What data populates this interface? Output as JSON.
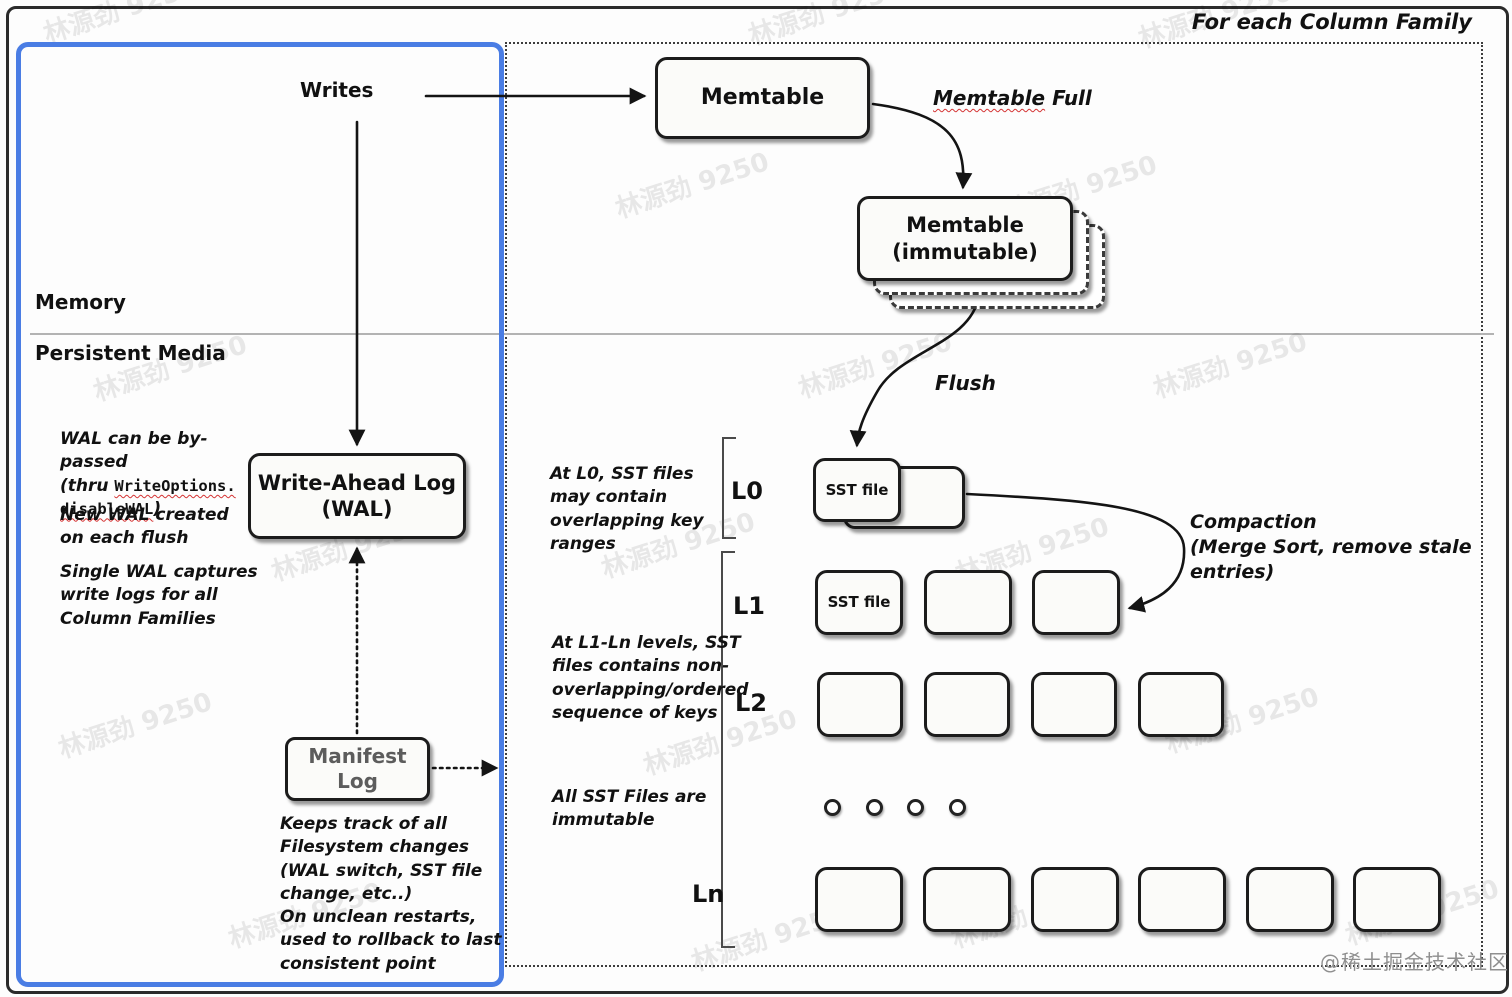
{
  "region": {
    "label": "For each Column Family"
  },
  "watermarks": {
    "text": "林源劲 9250",
    "credit": "@稀土掘金技术社区"
  },
  "sections": {
    "memory": "Memory",
    "persistent_media": "Persistent Media"
  },
  "flow": {
    "writes": "Writes",
    "memtable_full_word1": "Memtable",
    "memtable_full_word2": " Full",
    "flush": "Flush",
    "compaction_line1": "Compaction",
    "compaction_line2": "(Merge Sort, remove stale",
    "compaction_line3": "entries)"
  },
  "boxes": {
    "memtable": "Memtable",
    "memtable_immutable_line1": "Memtable",
    "memtable_immutable_line2": "(immutable)",
    "wal_line1": "Write-Ahead Log",
    "wal_line2": "(WAL)",
    "manifest_line1": "Manifest",
    "manifest_line2": "Log",
    "sst_file": "SST file"
  },
  "levels": {
    "l0": "L0",
    "l1": "L1",
    "l2": "L2",
    "ln": "Ln"
  },
  "notes": {
    "wal_bypass_line1": "WAL can be by-passed",
    "wal_bypass_line2_pre": "(thru ",
    "wal_bypass_line2_code": "WriteOptions.",
    "wal_bypass_line3_code": "disableWAL",
    "wal_bypass_line3_post": ")",
    "new_wal": "New WAL created on each flush",
    "single_wal": "Single WAL captures write logs for all Column Families",
    "l0": "At L0, SST files may contain overlapping key ranges",
    "l1_ln": "At L1-Ln levels, SST files contains non-overlapping/ordered sequence of keys",
    "immutable": "All SST Files are immutable",
    "manifest_tracks": "Keeps track of all Filesystem changes (WAL switch, SST file change, etc..)",
    "manifest_restart": "On unclean restarts, used to rollback to last consistent point"
  }
}
